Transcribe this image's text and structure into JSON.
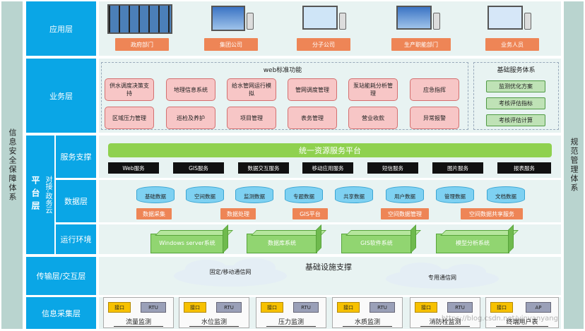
{
  "left_side": "信息安全保障体系",
  "right_side": "规范管理体系",
  "layers": {
    "app": "应用层",
    "business": "业务层",
    "platform": "平台层",
    "gov_cloud": "对接-政务云",
    "service": "服务支撑",
    "data": "数据层",
    "runtime": "运行环境",
    "transport": "传输层/交互层",
    "acquisition": "信息采集层"
  },
  "app_users": [
    "政府部门",
    "集团公司",
    "分子公司",
    "生产职能部门",
    "业务人员"
  ],
  "web_functions_title": "web标准功能",
  "web_functions": [
    "供水调度决策支持",
    "地理信息系统",
    "给水管网运行模拟",
    "管网调度管理",
    "泵站能耗分析管理",
    "应急指挥",
    "区域压力管理",
    "巡检及养护",
    "项目管理",
    "表务管理",
    "营业收款",
    "异常报警"
  ],
  "base_services_title": "基础服务体系",
  "base_services": [
    "监测优化方案",
    "考核评估指标",
    "考核评估计算"
  ],
  "resource_platform": "统一资源服务平台",
  "services": [
    "Web服务",
    "GIS服务",
    "数据交互服务",
    "移动应用服务",
    "短信服务",
    "图片服务",
    "报表服务"
  ],
  "databases": [
    "基础数据",
    "空间数据",
    "监测数据",
    "专题数据",
    "共享数据",
    "用户数据",
    "管理数据",
    "文档数据"
  ],
  "data_processes": [
    "数据采集",
    "数据处理",
    "GIS平台",
    "空间数据管理",
    "空间数据共享服务"
  ],
  "runtime_env": [
    "Windows server系统",
    "数据库系统",
    "GIS软件系统",
    "模型分析系统"
  ],
  "infrastructure": "基础设施支撑",
  "networks": [
    "固定/移动通信网",
    "专用通信网"
  ],
  "acquisition_items": [
    {
      "port": "接口",
      "device": "RTU",
      "name": "流量监测"
    },
    {
      "port": "接口",
      "device": "RTU",
      "name": "水位监测"
    },
    {
      "port": "接口",
      "device": "RTU",
      "name": "压力监测"
    },
    {
      "port": "接口",
      "device": "RTU",
      "name": "水质监测"
    },
    {
      "port": "接口",
      "device": "RTU",
      "name": "消防栓监测"
    },
    {
      "port": "接口",
      "device": "AP",
      "name": "终端用户表"
    }
  ],
  "watermark": "https://blog.csdn.net/yinyanyang"
}
